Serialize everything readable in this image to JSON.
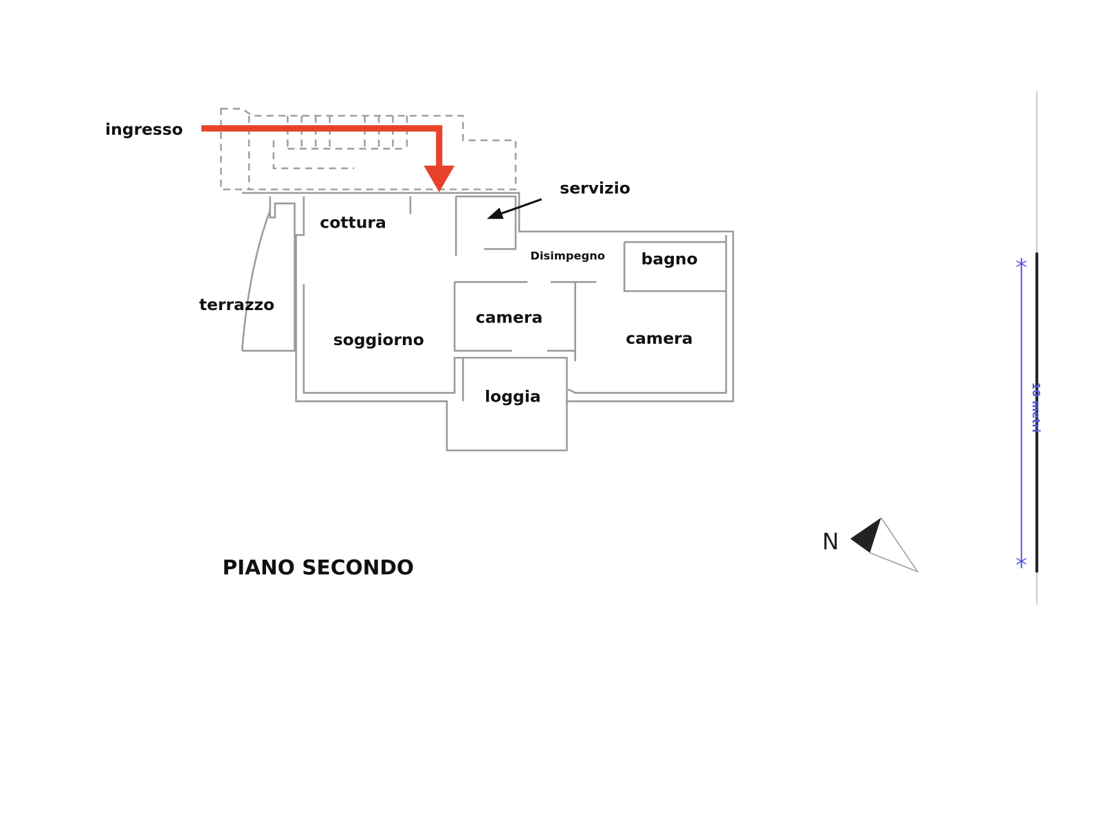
{
  "plan": {
    "title": "PIANO SECONDO",
    "rooms": {
      "ingresso": "ingresso",
      "servizio": "servizio",
      "cottura": "cottura",
      "disimpegno": "Disimpegno",
      "bagno": "bagno",
      "terrazzo": "terrazzo",
      "camera_1": "camera",
      "camera_2": "camera",
      "soggiorno": "soggiorno",
      "loggia": "loggia"
    },
    "scale_label": "10 metri",
    "north_label": "N"
  },
  "colors": {
    "entry_arrow": "#e8432a",
    "scale": "#5555dd"
  }
}
